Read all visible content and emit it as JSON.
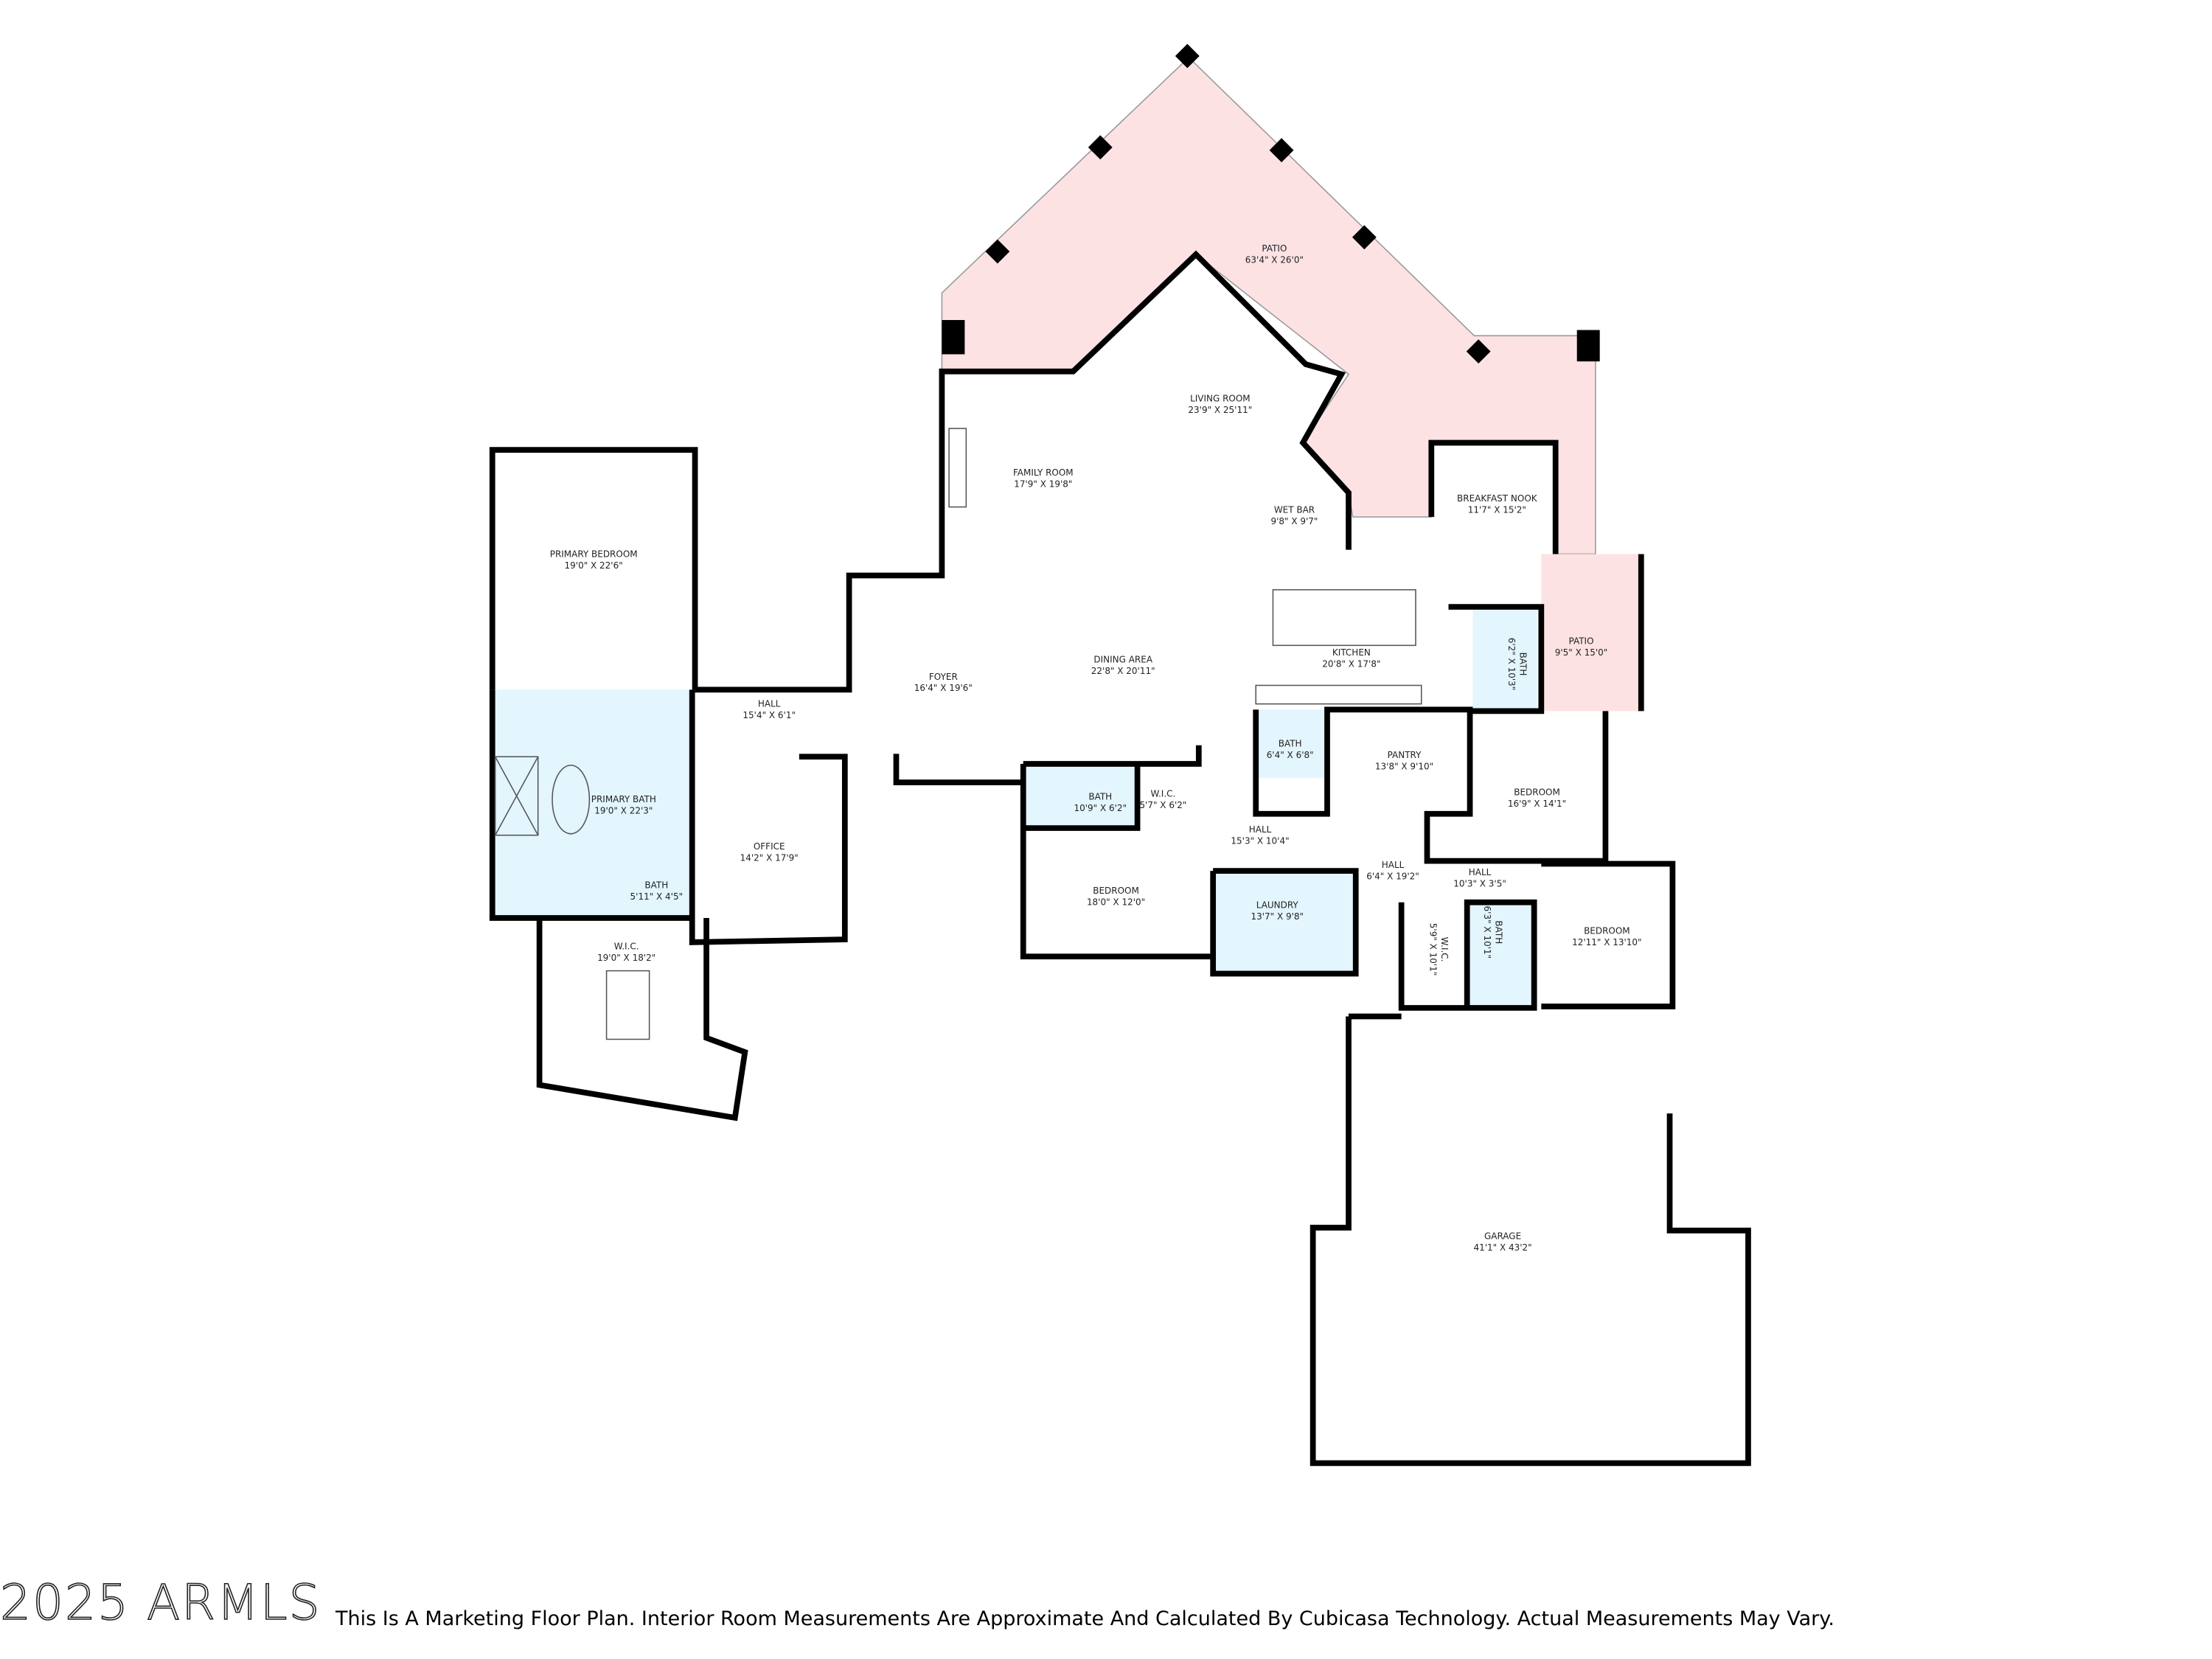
{
  "colors": {
    "patio_fill": "#fde2e4",
    "wet_room_fill": "#e3f5fd",
    "wall": "#000000"
  },
  "rooms": [
    {
      "name": "PATIO",
      "dims": "63'4\" X 26'0\""
    },
    {
      "name": "LIVING ROOM",
      "dims": "23'9\" X 25'11\""
    },
    {
      "name": "FAMILY ROOM",
      "dims": "17'9\" X 19'8\""
    },
    {
      "name": "WET BAR",
      "dims": "9'8\" X 9'7\""
    },
    {
      "name": "BREAKFAST NOOK",
      "dims": "11'7\" X 15'2\""
    },
    {
      "name": "PATIO",
      "dims": "9'5\" X 15'0\""
    },
    {
      "name": "KITCHEN",
      "dims": "20'8\" X 17'8\""
    },
    {
      "name": "DINING AREA",
      "dims": "22'8\" X 20'11\""
    },
    {
      "name": "FOYER",
      "dims": "16'4\" X 19'6\""
    },
    {
      "name": "PRIMARY BEDROOM",
      "dims": "19'0\" X 22'6\""
    },
    {
      "name": "HALL",
      "dims": "15'4\" X 6'1\""
    },
    {
      "name": "PRIMARY BATH",
      "dims": "19'0\" X 22'3\""
    },
    {
      "name": "BATH",
      "dims": "5'11\" X 4'5\""
    },
    {
      "name": "OFFICE",
      "dims": "14'2\" X 17'9\""
    },
    {
      "name": "W.I.C.",
      "dims": "19'0\" X 18'2\""
    },
    {
      "name": "BATH",
      "dims": "10'9\" X 6'2\""
    },
    {
      "name": "W.I.C.",
      "dims": "5'7\" X 6'2\""
    },
    {
      "name": "BEDROOM",
      "dims": "18'0\" X 12'0\""
    },
    {
      "name": "HALL",
      "dims": "15'3\" X 10'4\""
    },
    {
      "name": "LAUNDRY",
      "dims": "13'7\" X 9'8\""
    },
    {
      "name": "BATH",
      "dims": "6'4\" X 6'8\""
    },
    {
      "name": "PANTRY",
      "dims": "13'8\" X 9'10\""
    },
    {
      "name": "HALL",
      "dims": "6'4\" X 19'2\""
    },
    {
      "name": "BEDROOM",
      "dims": "16'9\" X 14'1\""
    },
    {
      "name": "BATH",
      "dims": "6'2\" X 10'3\""
    },
    {
      "name": "HALL",
      "dims": "10'3\" X 3'5\""
    },
    {
      "name": "W.I.C.",
      "dims": "5'9\" X 10'1\""
    },
    {
      "name": "BATH",
      "dims": "6'3\" X 10'1\""
    },
    {
      "name": "BEDROOM",
      "dims": "12'11\" X 13'10\""
    },
    {
      "name": "GARAGE",
      "dims": "41'1\" X 43'2\""
    }
  ],
  "watermark": "2025 ARMLS",
  "disclaimer": "This Is A Marketing Floor Plan. Interior Room Measurements Are Approximate And Calculated By Cubicasa Technology. Actual Measurements May Vary."
}
